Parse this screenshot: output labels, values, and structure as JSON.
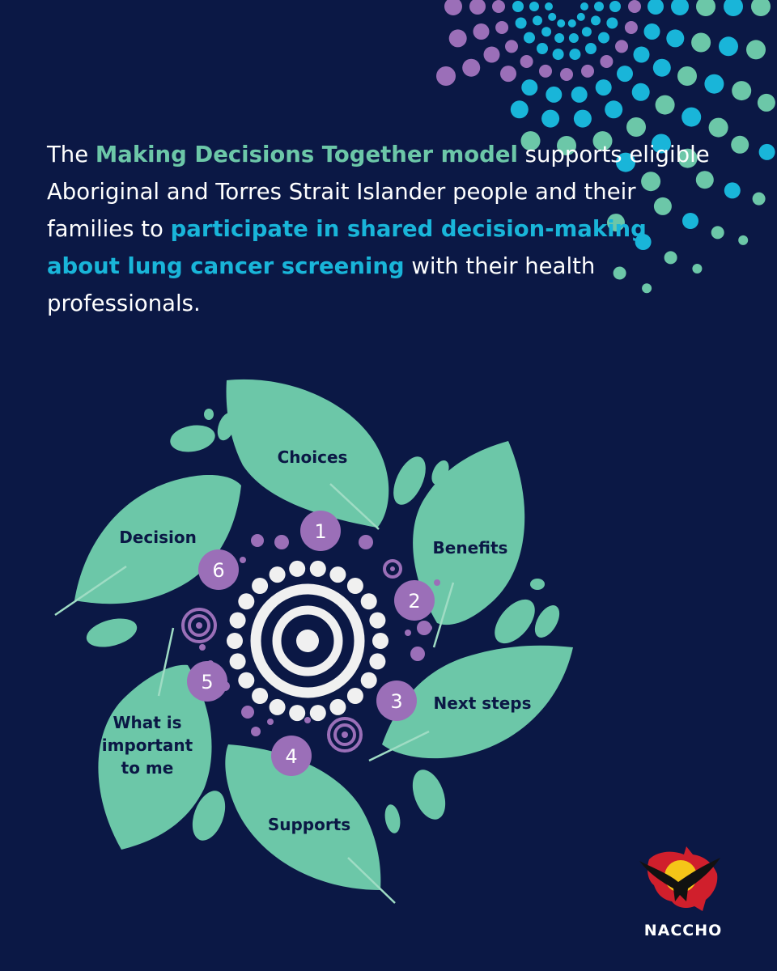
{
  "intro": {
    "t1": "The ",
    "h1": "Making Decisions Together model",
    "t2": " supports eligible Aboriginal and Torres Strait Islander people and their families to ",
    "h2": "participate in shared decision-making about lung cancer screening",
    "t3": " with their health professionals."
  },
  "steps": [
    {
      "num": "1",
      "label_lines": [
        "Choices"
      ]
    },
    {
      "num": "2",
      "label_lines": [
        "Benefits"
      ]
    },
    {
      "num": "3",
      "label_lines": [
        "Next steps"
      ]
    },
    {
      "num": "4",
      "label_lines": [
        "Supports"
      ]
    },
    {
      "num": "5",
      "label_lines": [
        "What is",
        "important",
        "to me"
      ]
    },
    {
      "num": "6",
      "label_lines": [
        "Decision"
      ]
    }
  ],
  "logo": {
    "name": "NACCHO"
  },
  "colors": {
    "background": "#0b1845",
    "leaf": "#6cc7a8",
    "number_circle": "#9b6fb8",
    "highlight_green": "#6cc7a8",
    "highlight_blue": "#19b5d9",
    "dot_purple": "#9b6fb8",
    "dot_teal": "#19b5d9",
    "dot_green": "#6cc7a8"
  }
}
